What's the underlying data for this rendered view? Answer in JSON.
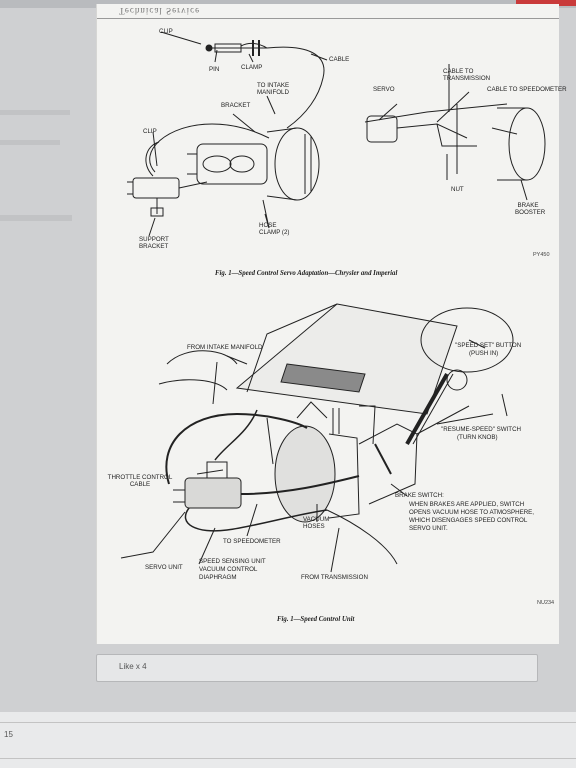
{
  "running_head": "Technical Service",
  "figure1": {
    "labels": {
      "clip_top": "CLIP",
      "pin": "PIN",
      "clamp": "CLAMP",
      "cable": "CABLE",
      "to_intake_manifold": "TO INTAKE MANIFOLD",
      "bracket": "BRACKET",
      "clip_left": "CLIP",
      "support_bracket": "SUPPORT BRACKET",
      "hose_clamp": "HOSE CLAMP (2)",
      "servo": "SERVO",
      "cable_to_transmission": "CABLE TO TRANSMISSION",
      "cable_to_speedometer": "CABLE TO SPEEDOMETER",
      "nut": "NUT",
      "brake_booster": "BRAKE BOOSTER"
    },
    "code": "PY450",
    "caption": "Fig. 1—Speed Control Servo Adaptation—Chrysler and Imperial"
  },
  "figure2": {
    "labels": {
      "from_intake_manifold": "FROM INTAKE MANIFOLD",
      "speed_set_button": "\"SPEED SET\" BUTTON",
      "push_in": "(PUSH IN)",
      "resume_speed_switch": "\"RESUME-SPEED\" SWITCH",
      "turn_knob": "(TURN KNOB)",
      "throttle_control_cable": "THROTTLE CONTROL CABLE",
      "brake_switch": "BRAKE SWITCH:",
      "brake_switch_desc_1": "WHEN BRAKES ARE APPLIED, SWITCH",
      "brake_switch_desc_2": "OPENS VACUUM HOSE TO ATMOSPHERE,",
      "brake_switch_desc_3": "WHICH DISENGAGES SPEED CONTROL",
      "brake_switch_desc_4": "SERVO UNIT.",
      "vacuum_hoses": "VACUUM HOSES",
      "to_speedometer": "TO SPEEDOMETER",
      "servo_unit": "SERVO UNIT",
      "speed_sensing_unit": "SPEED SENSING UNIT",
      "vacuum_control": "VACUUM CONTROL",
      "diaphragm": "DIAPHRAGM",
      "from_transmission": "FROM TRANSMISSION"
    },
    "code": "NU234",
    "caption": "Fig. 1—Speed Control Unit"
  },
  "like_text": "Like x 4",
  "page_number": "15",
  "colors": {
    "ink": "#222222",
    "paper": "#f3f3f1"
  }
}
